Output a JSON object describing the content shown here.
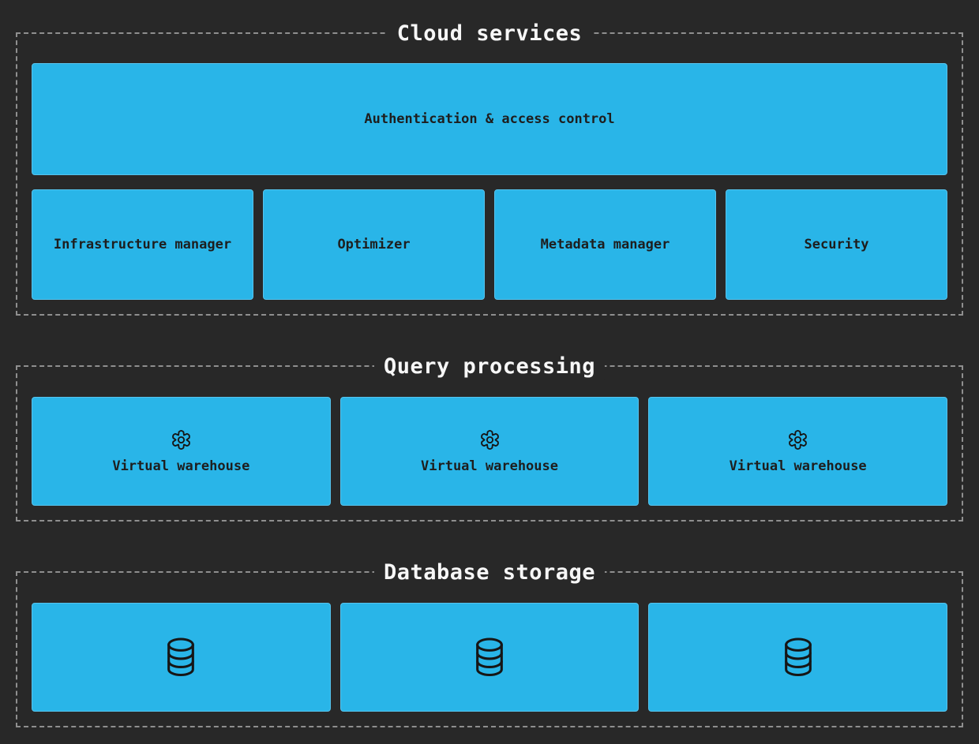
{
  "colors": {
    "background": "#282828",
    "accent": "#29b5e8",
    "box_text": "#1e1e1e",
    "title_text": "#f7f7f7",
    "dashed_border": "#8f8f8f",
    "box_border": "#56c3ed",
    "icon_stroke": "#161616"
  },
  "cloud_services": {
    "title": "Cloud services",
    "auth_label": "Authentication & access control",
    "boxes": [
      {
        "label": "Infrastructure manager"
      },
      {
        "label": "Optimizer"
      },
      {
        "label": "Metadata manager"
      },
      {
        "label": "Security"
      }
    ]
  },
  "query_processing": {
    "title": "Query processing",
    "warehouses": [
      {
        "icon": "gear-icon",
        "label": "Virtual warehouse"
      },
      {
        "icon": "gear-icon",
        "label": "Virtual warehouse"
      },
      {
        "icon": "gear-icon",
        "label": "Virtual warehouse"
      }
    ]
  },
  "database_storage": {
    "title": "Database storage",
    "databases": [
      {
        "icon": "database-icon"
      },
      {
        "icon": "database-icon"
      },
      {
        "icon": "database-icon"
      }
    ]
  }
}
